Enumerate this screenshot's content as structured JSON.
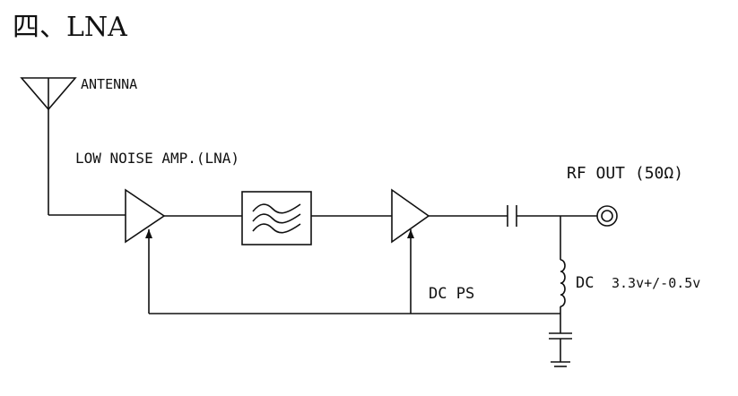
{
  "title": "四、LNA",
  "labels": {
    "antenna": "ANTENNA",
    "lna": "LOW NOISE AMP.(LNA)",
    "rf_out": "RF OUT (50Ω)",
    "dc_ps": "DC PS",
    "dc": "DC",
    "dc_voltage": "3.3v+/-0.5v"
  },
  "colors": {
    "ink": "#111111",
    "background": "#ffffff"
  }
}
